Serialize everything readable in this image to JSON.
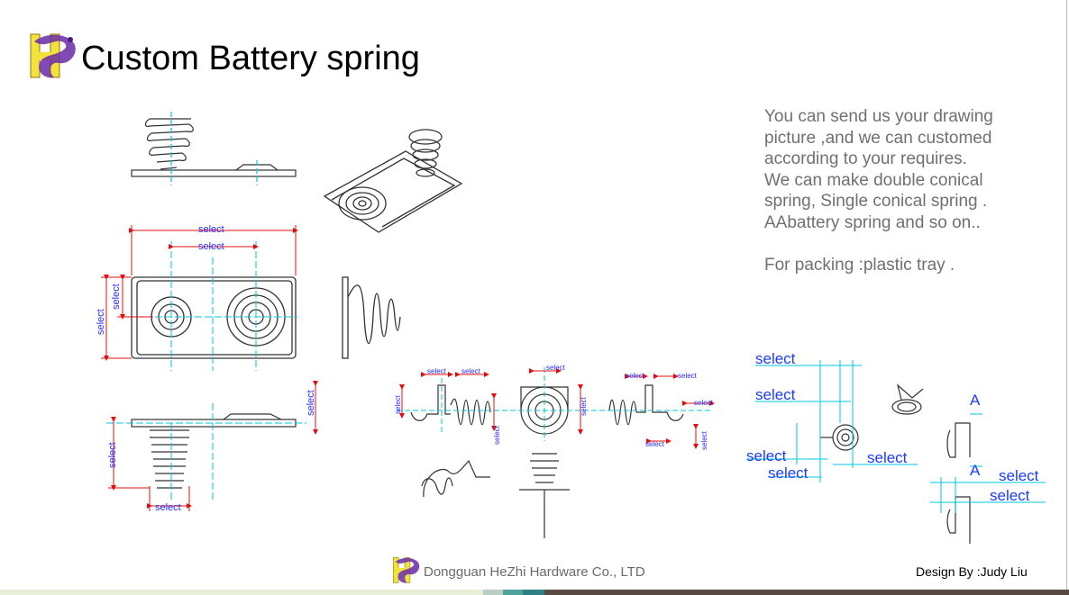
{
  "header": {
    "title": "Custom Battery spring"
  },
  "description": {
    "lines": [
      "You can send us your drawing",
      "picture ,and we can customed",
      "according to your requires.",
      "We can make double conical",
      "spring, Single conical spring .",
      "AAbattery spring and so on..",
      "",
      "For packing :plastic tray ."
    ]
  },
  "drawings": {
    "dimension_label": "select",
    "section_label": "A"
  },
  "footer": {
    "company": "Dongguan HeZhi Hardware Co., LTD",
    "designer": "Design By :Judy Liu"
  },
  "colors": {
    "dimension_text": "#2a2aff",
    "dimension_line": "#e01010",
    "centerline": "#00c8e0",
    "footer_band": [
      "#e8eed8",
      "#b9cfc4",
      "#4fa39a",
      "#2e7f86",
      "#5a4a44"
    ]
  },
  "icons": [
    "hezhi-dragon-logo"
  ]
}
